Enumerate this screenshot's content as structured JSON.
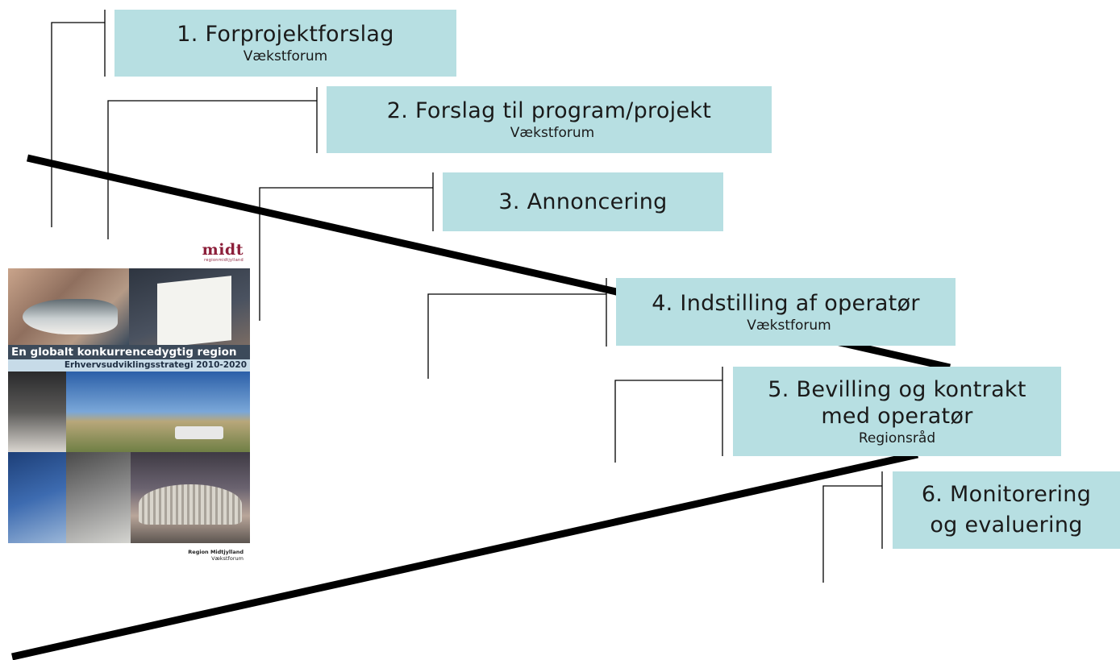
{
  "steps": [
    {
      "title": "1. Forprojektforslag",
      "subtitle": "Vækstforum"
    },
    {
      "title": "2. Forslag til program/projekt",
      "subtitle": "Vækstforum"
    },
    {
      "title": "3. Annoncering",
      "subtitle": ""
    },
    {
      "title": "4. Indstilling af operatør",
      "subtitle": "Vækstforum"
    },
    {
      "title_lines": [
        "5. Bevilling og kontrakt",
        "med operatør"
      ],
      "subtitle": "Regionsråd"
    },
    {
      "title_lines": [
        "6. Monitorering",
        "og evaluering"
      ]
    }
  ],
  "cover": {
    "logo": "midt",
    "logo_sub": "regionmidtjylland",
    "banner": "En globalt konkurrencedygtig region",
    "banner_sub": "Erhvervsudviklingsstrategi 2010-2020",
    "footer_org": "Region Midtjylland",
    "footer_sub": "Vækstforum"
  },
  "colors": {
    "box": "#b7dfe2",
    "line": "#000000",
    "logo": "#8c1f3a"
  }
}
